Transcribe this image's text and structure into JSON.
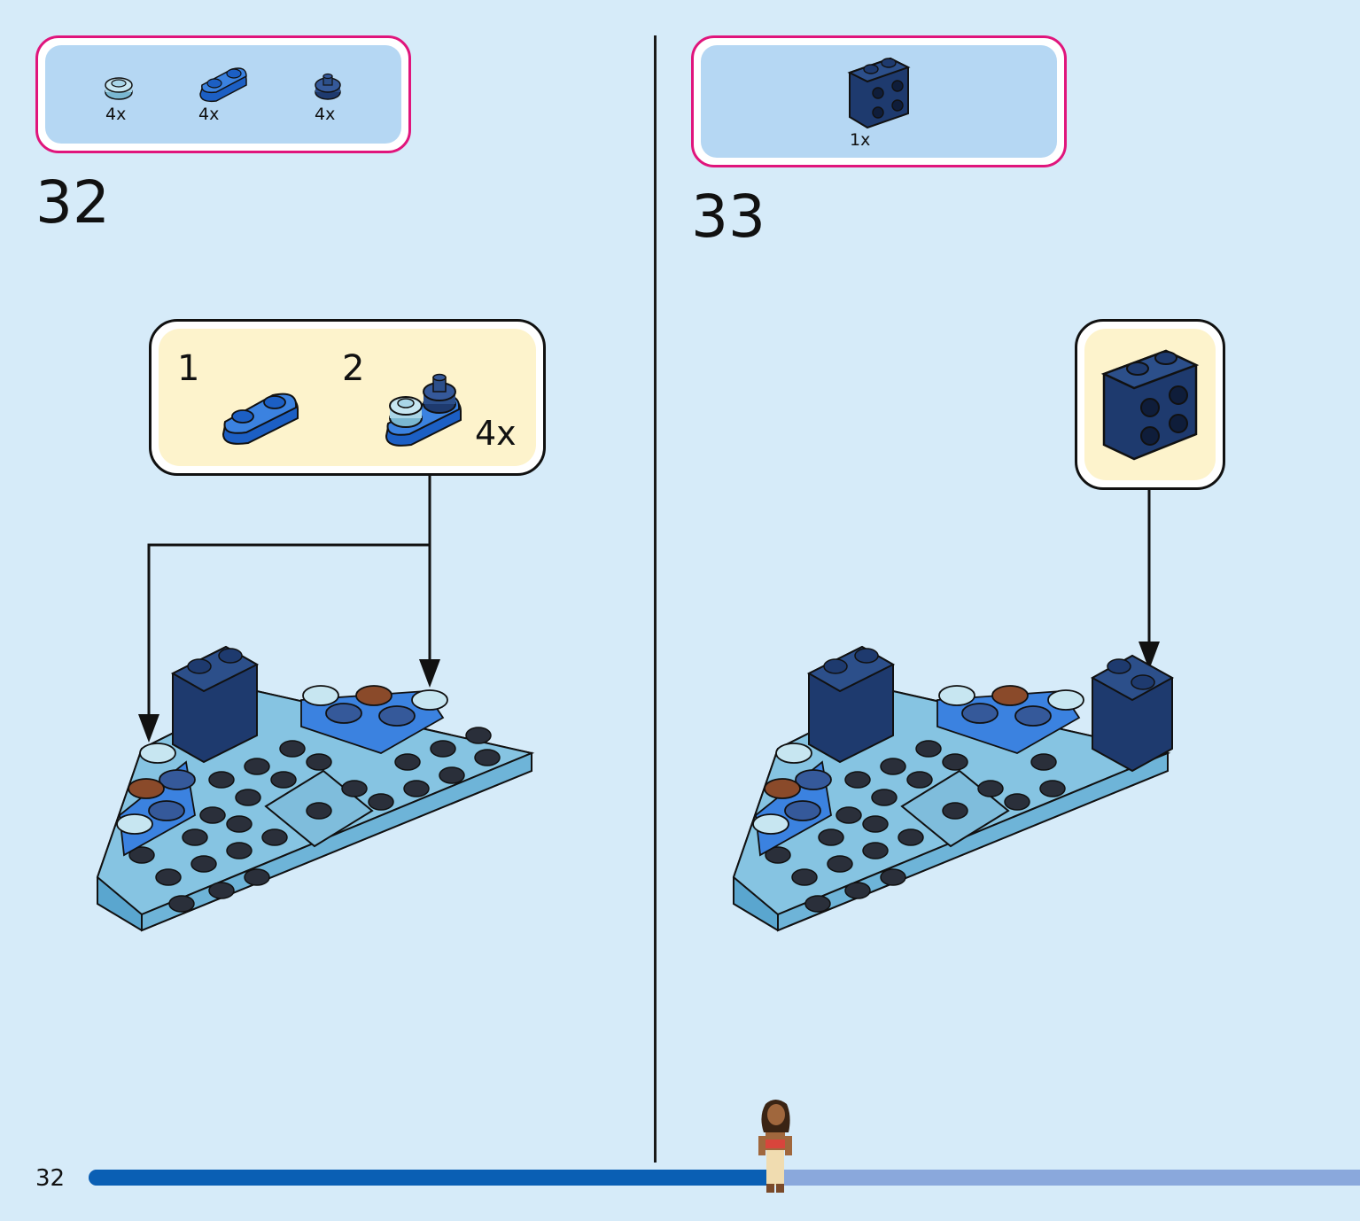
{
  "page_number": "32",
  "progress": 0.54,
  "colors": {
    "background": "#d6ebf9",
    "parts_box_border": "#e0157c",
    "parts_box_fill": "#b5d7f3",
    "callout_fill": "#fdf3cc",
    "progress_fill": "#0a5fb4",
    "progress_track": "#8aa8dc"
  },
  "step32": {
    "number": "32",
    "parts": [
      {
        "icon": "light-blue-round-plate-icon",
        "qty": "4x"
      },
      {
        "icon": "blue-1x2-rounded-plate-icon",
        "qty": "4x"
      },
      {
        "icon": "dark-blue-round-stud-icon",
        "qty": "4x"
      }
    ],
    "callout": {
      "sub1": "1",
      "sub2": "2",
      "qty": "4x"
    }
  },
  "step33": {
    "number": "33",
    "parts": [
      {
        "icon": "dark-blue-2x2-brick-with-studs-icon",
        "qty": "1x"
      }
    ]
  }
}
